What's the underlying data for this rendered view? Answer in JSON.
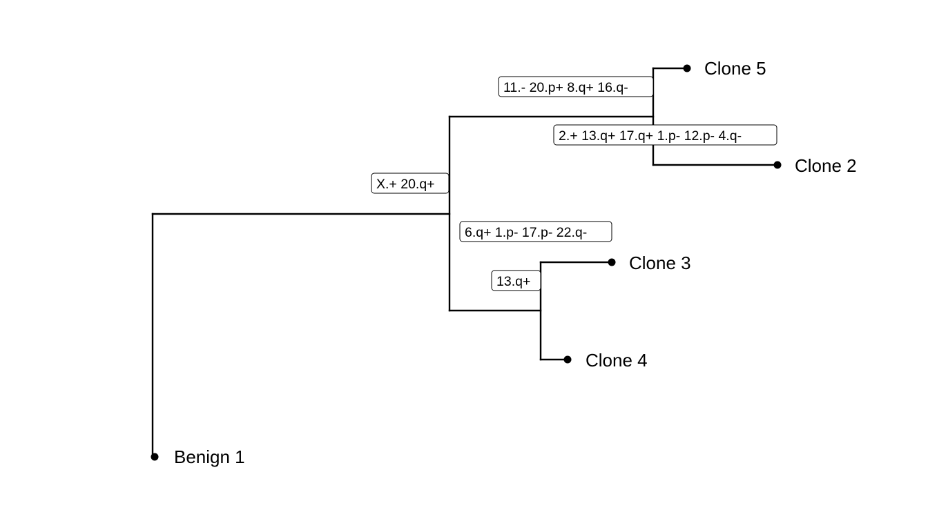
{
  "tree": {
    "tips": [
      {
        "id": "benign1",
        "label": "Benign 1"
      },
      {
        "id": "clone5",
        "label": "Clone 5"
      },
      {
        "id": "clone2",
        "label": "Clone 2"
      },
      {
        "id": "clone3",
        "label": "Clone 3"
      },
      {
        "id": "clone4",
        "label": "Clone 4"
      }
    ],
    "edge_labels": [
      {
        "id": "edge-x20q",
        "text": "X.+ 20.q+"
      },
      {
        "id": "edge-clone5",
        "text": "11.- 20.p+ 8.q+ 16.q-"
      },
      {
        "id": "edge-clone2",
        "text": "2.+ 13.q+ 17.q+ 1.p- 12.p- 4.q-"
      },
      {
        "id": "edge-lower",
        "text": "6.q+ 1.p- 17.p- 22.q-"
      },
      {
        "id": "edge-clone3",
        "text": "13.q+"
      }
    ]
  }
}
